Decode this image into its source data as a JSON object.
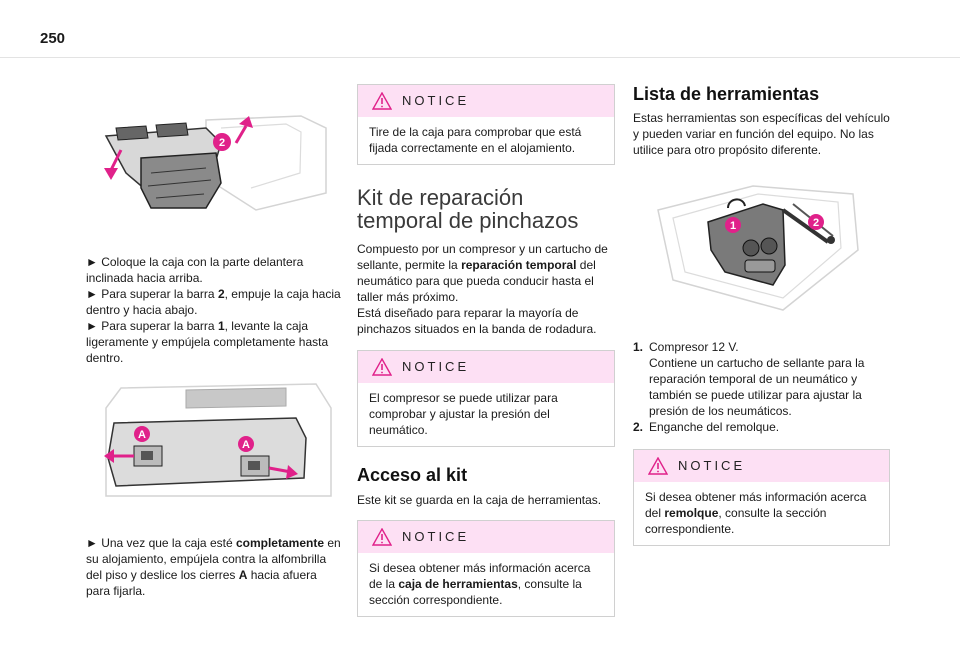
{
  "page": {
    "number": "250"
  },
  "col1": {
    "para1": [
      {
        "parts": [
          {
            "t": "► Coloque la caja con la parte delantera inclinada hacia arriba."
          }
        ]
      },
      {
        "parts": [
          {
            "t": "► Para superar la barra "
          },
          {
            "t": "2",
            "b": true
          },
          {
            "t": ", empuje la caja hacia dentro y hacia abajo."
          }
        ]
      },
      {
        "parts": [
          {
            "t": "► Para superar la barra "
          },
          {
            "t": "1",
            "b": true
          },
          {
            "t": ", levante la caja ligeramente y empújela completamente hasta dentro."
          }
        ]
      }
    ],
    "fig1_callouts": [
      "2"
    ],
    "fig2_callouts": [
      "A",
      "A"
    ],
    "para2": [
      {
        "parts": [
          {
            "t": "► Una vez que la caja esté "
          },
          {
            "t": "completamente",
            "b": true
          },
          {
            "t": " en su alojamiento, empújela contra la alfombrilla del piso y deslice los cierres "
          },
          {
            "t": "A",
            "b": true
          },
          {
            "t": " hacia afuera para fijarla."
          }
        ]
      }
    ]
  },
  "col2": {
    "notice1": {
      "label": "NOTICE",
      "parts": [
        {
          "t": "Tire de la caja para comprobar que está fijada correctamente en el alojamiento."
        }
      ]
    },
    "heading_kit": "Kit de reparación temporal de pinchazos",
    "kit_para": [
      {
        "parts": [
          {
            "t": "Compuesto por un compresor y un cartucho de sellante, permite la "
          },
          {
            "t": "reparación temporal",
            "b": true
          },
          {
            "t": " del neumático para que pueda conducir hasta el taller más próximo."
          }
        ]
      },
      {
        "parts": [
          {
            "t": "Está diseñado para reparar la mayoría de pinchazos situados en la banda de rodadura."
          }
        ]
      }
    ],
    "notice2": {
      "label": "NOTICE",
      "parts": [
        {
          "t": "El compresor se puede utilizar para comprobar y ajustar la presión del neumático."
        }
      ]
    },
    "heading_access": "Acceso al kit",
    "access_text": "Este kit se guarda en la caja de herramientas.",
    "notice3": {
      "label": "NOTICE",
      "parts": [
        {
          "t": "Si desea obtener más información acerca de la "
        },
        {
          "t": "caja de herramientas",
          "b": true
        },
        {
          "t": ", consulte la sección correspondiente."
        }
      ]
    }
  },
  "col3": {
    "heading": "Lista de herramientas",
    "intro": "Estas herramientas son específicas del vehículo y pueden variar en función del equipo. No las utilice para otro propósito diferente.",
    "fig_callouts": [
      "1",
      "2"
    ],
    "items": [
      {
        "num": "1.",
        "lines": [
          "Compresor 12 V.",
          "Contiene un cartucho de sellante para la reparación temporal de un neumático y también se puede utilizar para ajustar la presión de los neumáticos."
        ]
      },
      {
        "num": "2.",
        "lines": [
          "Enganche del remolque."
        ]
      }
    ],
    "notice4": {
      "label": "NOTICE",
      "parts": [
        {
          "t": "Si desea obtener más información acerca del "
        },
        {
          "t": "remolque",
          "b": true
        },
        {
          "t": ", consulte la sección correspondiente."
        }
      ]
    }
  },
  "colors": {
    "notice_bg": "#fde0f4",
    "accent": "#e0218a",
    "border": "#d0d0d0"
  }
}
